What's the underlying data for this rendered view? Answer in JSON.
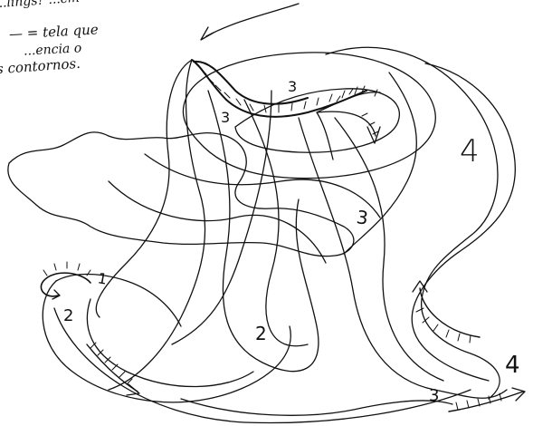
{
  "notes": {
    "line1": "...lings? ...cm",
    "line2": "— = tela que",
    "line3": "...encia o",
    "line4": "s contornos."
  },
  "labels": {
    "n1a": "1",
    "n2a": "2",
    "n2b": "2",
    "n3a": "3",
    "n3b": "3",
    "n3c": "3",
    "n3d": "3",
    "n4a": "4",
    "n4b": "4"
  },
  "colors": {
    "ink": "#111111",
    "paper": "#ffffff"
  }
}
